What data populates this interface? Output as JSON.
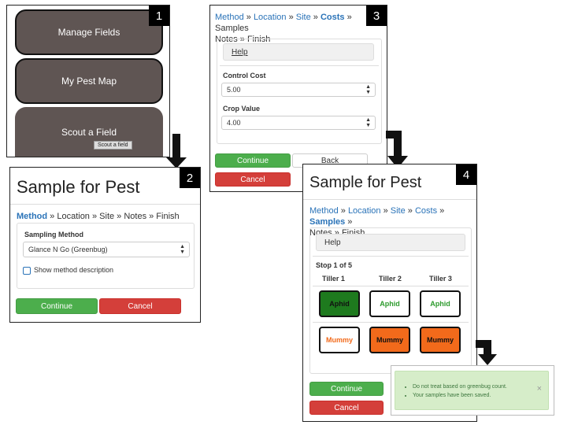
{
  "panel1": {
    "badge": "1",
    "menu": [
      "Manage Fields",
      "My Pest Map",
      "Scout a Field"
    ],
    "tooltip": "Scout a field"
  },
  "panel2": {
    "badge": "2",
    "title": "Sample for Pest",
    "breadcrumb": {
      "active": "Method",
      "rest": " » Location » Site » Notes » Finish"
    },
    "sampling_label": "Sampling Method",
    "sampling_value": "Glance N Go (Greenbug)",
    "show_description": "Show method description",
    "continue": "Continue",
    "cancel": "Cancel"
  },
  "panel3": {
    "badge": "3",
    "breadcrumb": {
      "b1": "Method",
      "sep": " » ",
      "b2": "Location",
      "b3": "Site",
      "active": "Costs",
      "rest1": " » Samples",
      "rest2": "Notes » Finish"
    },
    "help": "Help",
    "control_cost_label": "Control Cost",
    "control_cost_value": "5.00",
    "crop_value_label": "Crop Value",
    "crop_value_value": "4.00",
    "continue": "Continue",
    "back": "Back",
    "cancel": "Cancel"
  },
  "panel4": {
    "badge": "4",
    "title": "Sample for Pest",
    "breadcrumb": {
      "b1": "Method",
      "sep": " » ",
      "b2": "Location",
      "b3": "Site",
      "b4": "Costs",
      "active": "Samples",
      "rest": "Notes » Finish"
    },
    "help": "Help",
    "stop": "Stop 1 of 5",
    "tillers": [
      "Tiller 1",
      "Tiller 2",
      "Tiller 3"
    ],
    "row1": [
      "Aphid",
      "Aphid",
      "Aphid"
    ],
    "row2": [
      "Mummy",
      "Mummy",
      "Mummy"
    ],
    "continue": "Continue",
    "cancel": "Cancel"
  },
  "notification": {
    "items": [
      "Do not treat based on greenbug count.",
      "Your samples have been saved."
    ],
    "close": "×"
  }
}
